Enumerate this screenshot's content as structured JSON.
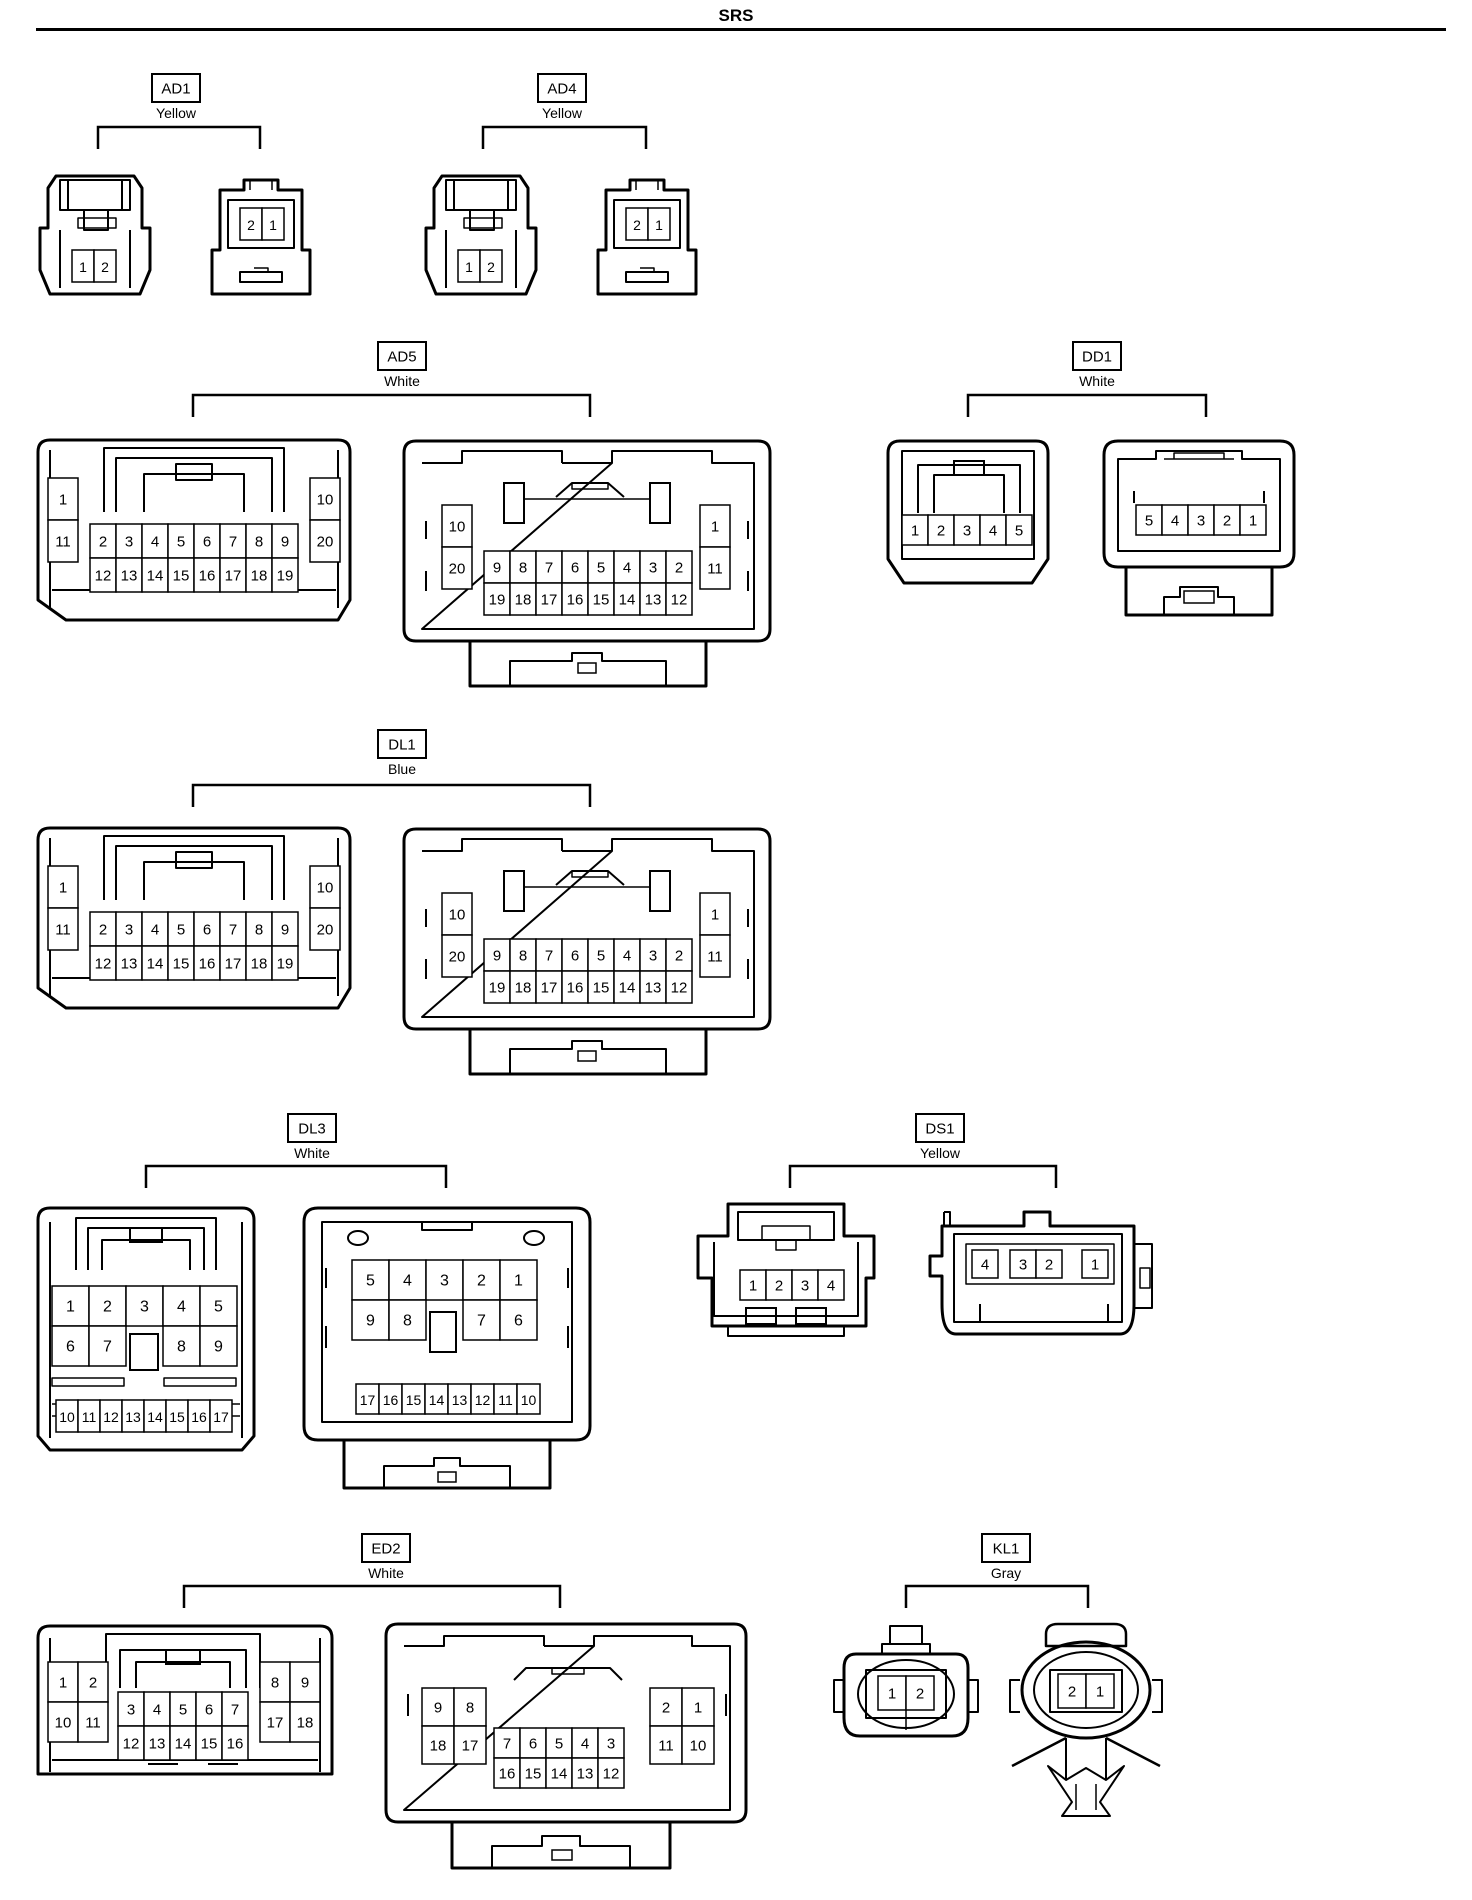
{
  "title": "SRS",
  "connectors": [
    {
      "id": "AD1",
      "color": "Yellow",
      "female_pins": [
        "1",
        "2"
      ],
      "male_pins": [
        "2",
        "1"
      ]
    },
    {
      "id": "AD4",
      "color": "Yellow",
      "female_pins": [
        "1",
        "2"
      ],
      "male_pins": [
        "2",
        "1"
      ]
    },
    {
      "id": "AD5",
      "color": "White",
      "female": {
        "left": [
          "1",
          "11"
        ],
        "top": [
          "2",
          "3",
          "4",
          "5",
          "6",
          "7",
          "8",
          "9"
        ],
        "bottom": [
          "12",
          "13",
          "14",
          "15",
          "16",
          "17",
          "18",
          "19"
        ],
        "right": [
          "10",
          "20"
        ]
      },
      "male": {
        "left": [
          "10",
          "20"
        ],
        "top": [
          "9",
          "8",
          "7",
          "6",
          "5",
          "4",
          "3",
          "2"
        ],
        "bottom": [
          "19",
          "18",
          "17",
          "16",
          "15",
          "14",
          "13",
          "12"
        ],
        "right": [
          "1",
          "11"
        ]
      }
    },
    {
      "id": "DD1",
      "color": "White",
      "female_pins": [
        "1",
        "2",
        "3",
        "4",
        "5"
      ],
      "male_pins": [
        "5",
        "4",
        "3",
        "2",
        "1"
      ]
    },
    {
      "id": "DL1",
      "color": "Blue",
      "female": {
        "left": [
          "1",
          "11"
        ],
        "top": [
          "2",
          "3",
          "4",
          "5",
          "6",
          "7",
          "8",
          "9"
        ],
        "bottom": [
          "12",
          "13",
          "14",
          "15",
          "16",
          "17",
          "18",
          "19"
        ],
        "right": [
          "10",
          "20"
        ]
      },
      "male": {
        "left": [
          "10",
          "20"
        ],
        "top": [
          "9",
          "8",
          "7",
          "6",
          "5",
          "4",
          "3",
          "2"
        ],
        "bottom": [
          "19",
          "18",
          "17",
          "16",
          "15",
          "14",
          "13",
          "12"
        ],
        "right": [
          "1",
          "11"
        ]
      }
    },
    {
      "id": "DL3",
      "color": "White",
      "female": {
        "row1": [
          "1",
          "2",
          "3",
          "4",
          "5"
        ],
        "row2": [
          "6",
          "7",
          "8",
          "9"
        ],
        "row3": [
          "10",
          "11",
          "12",
          "13",
          "14",
          "15",
          "16",
          "17"
        ]
      },
      "male": {
        "row1": [
          "5",
          "4",
          "3",
          "2",
          "1"
        ],
        "row2": [
          "9",
          "8",
          "7",
          "6"
        ],
        "row3": [
          "17",
          "16",
          "15",
          "14",
          "13",
          "12",
          "11",
          "10"
        ]
      }
    },
    {
      "id": "DS1",
      "color": "Yellow",
      "female_pins": [
        "1",
        "2",
        "3",
        "4"
      ],
      "male_pins": [
        "4",
        "3",
        "2",
        "1"
      ]
    },
    {
      "id": "ED2",
      "color": "White",
      "female": {
        "left_top": [
          "1",
          "2"
        ],
        "left_bottom": [
          "10",
          "11"
        ],
        "center_top": [
          "3",
          "4",
          "5",
          "6",
          "7"
        ],
        "center_bottom": [
          "12",
          "13",
          "14",
          "15",
          "16"
        ],
        "right_top": [
          "8",
          "9"
        ],
        "right_bottom": [
          "17",
          "18"
        ]
      },
      "male": {
        "left_top": [
          "9",
          "8"
        ],
        "left_bottom": [
          "18",
          "17"
        ],
        "center_top": [
          "7",
          "6",
          "5",
          "4",
          "3"
        ],
        "center_bottom": [
          "16",
          "15",
          "14",
          "13",
          "12"
        ],
        "right_top": [
          "2",
          "1"
        ],
        "right_bottom": [
          "11",
          "10"
        ]
      }
    },
    {
      "id": "KL1",
      "color": "Gray",
      "female_pins": [
        "1",
        "2"
      ],
      "male_pins": [
        "2",
        "1"
      ]
    }
  ]
}
